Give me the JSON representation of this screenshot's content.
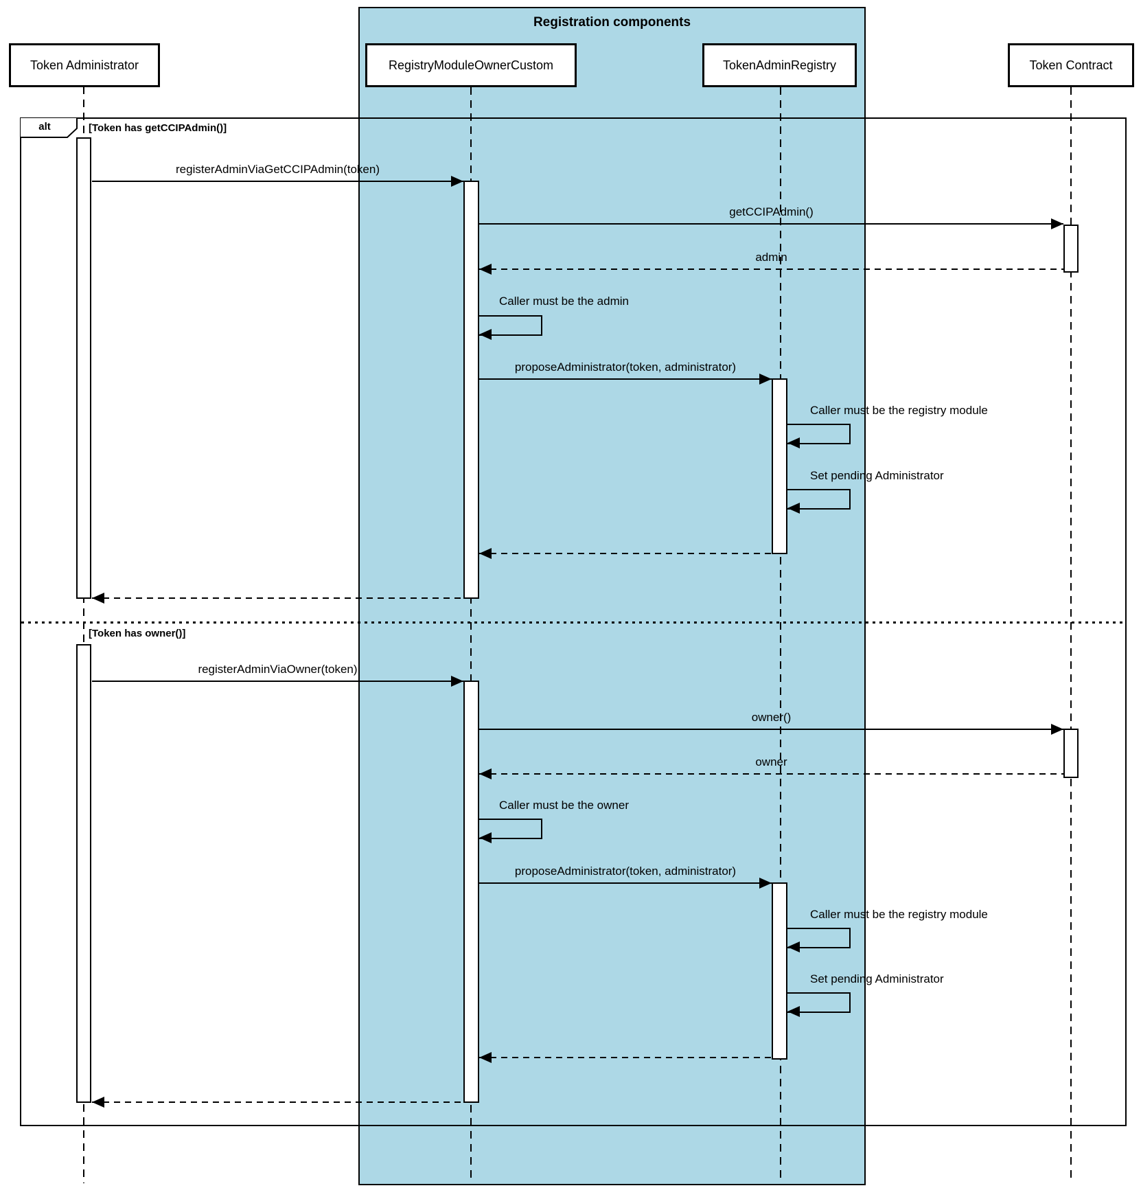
{
  "region_title": "Registration components",
  "participants": [
    "Token Administrator",
    "RegistryModuleOwnerCustom",
    "TokenAdminRegistry",
    "Token Contract"
  ],
  "alt_operator": "alt",
  "branch1": {
    "guard": "[Token has getCCIPAdmin()]",
    "register_call": "registerAdminViaGetCCIPAdmin(token)",
    "query_call": "getCCIPAdmin()",
    "query_return": "admin",
    "caller_check": "Caller must be the admin",
    "propose_call": "proposeAdministrator(token, administrator)",
    "registry_check": "Caller must be the registry module",
    "set_pending": "Set pending Administrator"
  },
  "branch2": {
    "guard": "[Token has owner()]",
    "register_call": "registerAdminViaOwner(token)",
    "query_call": "owner()",
    "query_return": "owner",
    "caller_check": "Caller must be the owner",
    "propose_call": "proposeAdministrator(token, administrator)",
    "registry_check": "Caller must be the registry module",
    "set_pending": "Set pending Administrator"
  },
  "colors": {
    "highlight_fill": "#ADD8E6",
    "line": "#000000",
    "background": "#ffffff"
  }
}
